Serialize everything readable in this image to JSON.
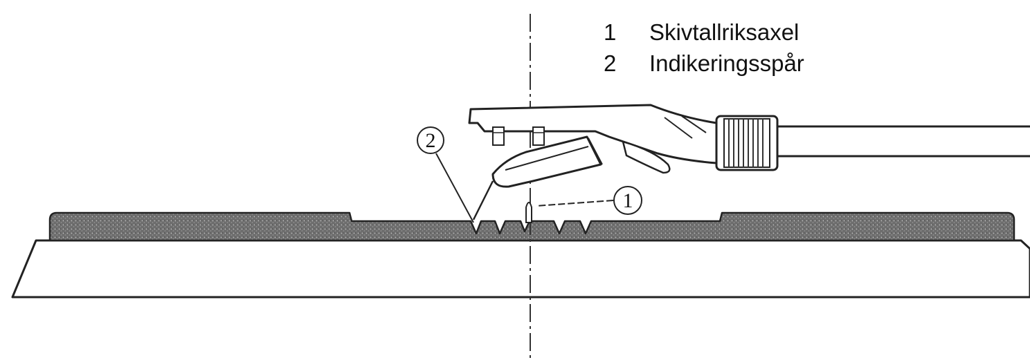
{
  "legend": {
    "items": [
      {
        "number": "1",
        "label": "Skivtallriksaxel"
      },
      {
        "number": "2",
        "label": "Indikeringsspår"
      }
    ]
  },
  "callouts": {
    "c1": "1",
    "c2": "2"
  }
}
